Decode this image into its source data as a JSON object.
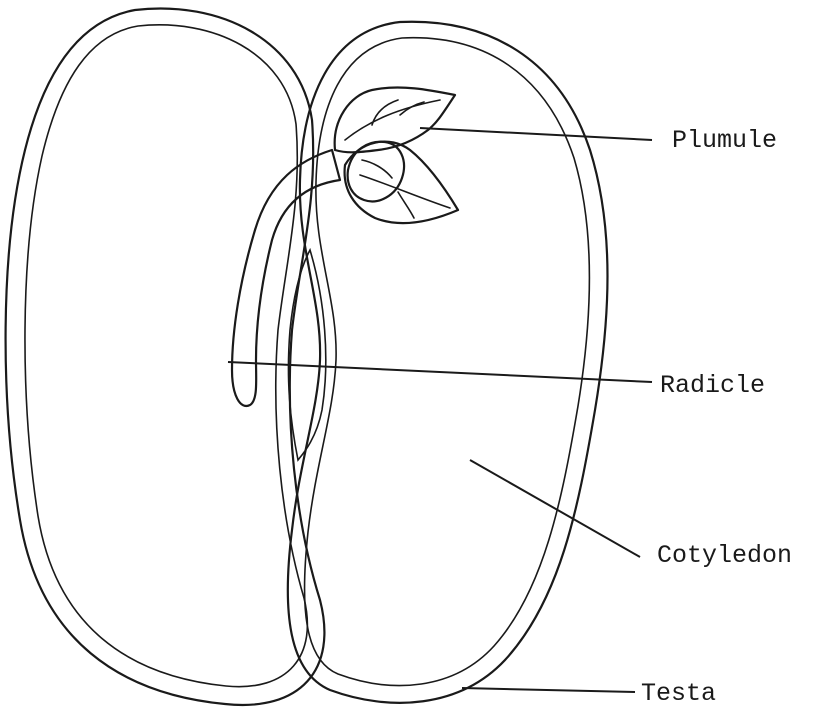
{
  "labels": {
    "plumule": "Plumule",
    "radicle": "Radicle",
    "cotyledon": "Cotyledon",
    "testa": "Testa"
  },
  "colors": {
    "cotyledon_fill": "#d6d6d6",
    "testa_fill": "#bdbdbd",
    "embryo_fill": "#ffffff",
    "line": "#1a1a1a"
  }
}
